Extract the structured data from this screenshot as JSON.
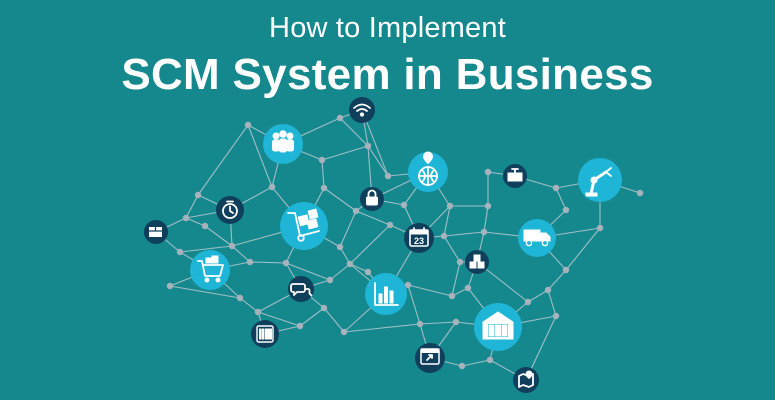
{
  "banner": {
    "title_line1": "How to Implement",
    "title_line2": "SCM System in Business",
    "background_color": "#15888e",
    "node_color_light": "#1fb5d6",
    "node_color_dark": "#0f3f5b",
    "calendar_day": "23"
  }
}
